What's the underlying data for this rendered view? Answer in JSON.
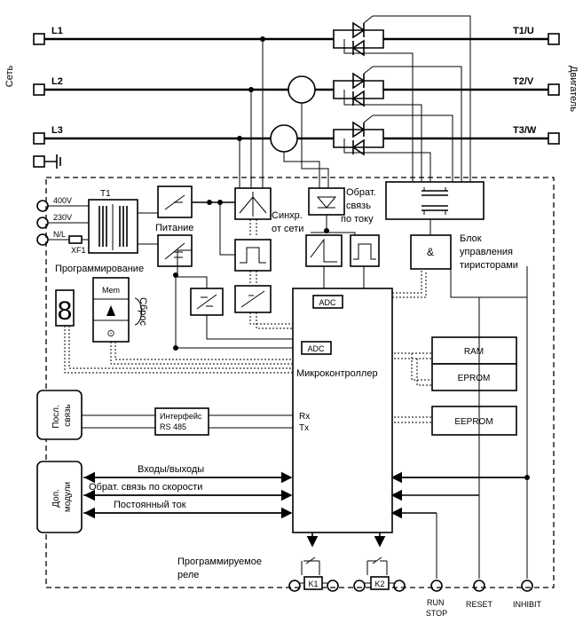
{
  "side_labels": {
    "left": "Сеть",
    "right": "Двигатель"
  },
  "lines": {
    "l1": "L1",
    "l2": "L2",
    "l3": "L3"
  },
  "outputs": {
    "t1": "T1/U",
    "t2": "T2/V",
    "t3": "T3/W"
  },
  "supply": {
    "v400": "400V",
    "v230": "230V",
    "nl": "N/L",
    "xf1": "XF1",
    "t1": "T1"
  },
  "labels": {
    "pitanie": "Питание",
    "programming": "Программирование",
    "sync_1": "Синхр.",
    "sync_2": "от сети",
    "fb_1": "Обрат.",
    "fb_2": "связь",
    "fb_3": "по току",
    "block_1": "Блок",
    "block_2": "управления",
    "block_3": "тиристорами",
    "and": "&",
    "mem": "Mem",
    "reset_vert": "Сброс",
    "mcu": "Микроконтроллер",
    "adc1": "ADC",
    "adc2": "ADC",
    "rx": "Rx",
    "tx": "Tx",
    "iface_1": "Интерфейс",
    "iface_2": "RS 485",
    "serial": [
      "Посл.",
      "связь"
    ],
    "dop": [
      "Доп.",
      "модули"
    ],
    "io": "Входы/выходы",
    "speed_fb": "Обрат. связь по скорости",
    "dc": "Постоянный ток",
    "prog_relay_1": "Программируемое",
    "prog_relay_2": "реле",
    "k1": "K1",
    "k2": "K2",
    "ram": "RAM",
    "eprom": "EPROM",
    "eeprom": "EEPROM",
    "run_1": "RUN",
    "run_2": "STOP",
    "reset": "RESET",
    "inhibit": "INHIBIT"
  }
}
